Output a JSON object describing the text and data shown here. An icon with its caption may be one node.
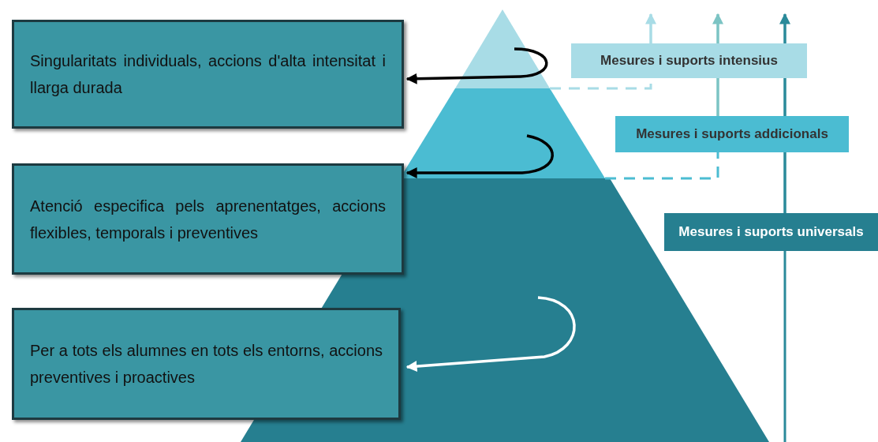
{
  "diagram": {
    "nodes": [
      {
        "text": [
          "Singularitats individuals, accions d'alta intensitat i llarga durada"
        ]
      },
      {
        "text": [
          "Atenció especifica pels aprenentatges, accions flexibles, temporals i preventives"
        ]
      },
      {
        "text": [
          "Per a tots els alumnes en tots els entorns, accions preventives i proactives"
        ]
      },
      {
        "text": [],
        "shape": "triangle"
      },
      {
        "text": [],
        "shape": "trapezoid"
      },
      {
        "text": [],
        "shape": "trapezoid"
      },
      {
        "text": [
          "Mesures i suports intensius"
        ]
      },
      {
        "text": [
          "Mesures i suports addicionals"
        ]
      },
      {
        "text": [
          "Mesures i suports universals"
        ]
      }
    ],
    "edges": [
      {
        "from": 3,
        "to": 0,
        "arrow": "to"
      },
      {
        "from": 4,
        "to": 1,
        "arrow": "to"
      },
      {
        "from": 5,
        "to": 2,
        "arrow": "to",
        "color": "#ffffff"
      },
      {
        "from": 3,
        "to": 6,
        "arrow": "none",
        "style": "dashed",
        "color": "#a8dce6"
      },
      {
        "from": 4,
        "to": 7,
        "arrow": "none",
        "style": "dashed",
        "color": "#4bbcd2"
      },
      {
        "from": 6,
        "to": null,
        "arrow": "to",
        "color": "#a8dce6"
      },
      {
        "from": 7,
        "to": null,
        "arrow": "to",
        "color": "#7cc4c4"
      },
      {
        "from": 8,
        "to": null,
        "arrow": "to",
        "color": "#2a8a9a"
      }
    ]
  }
}
